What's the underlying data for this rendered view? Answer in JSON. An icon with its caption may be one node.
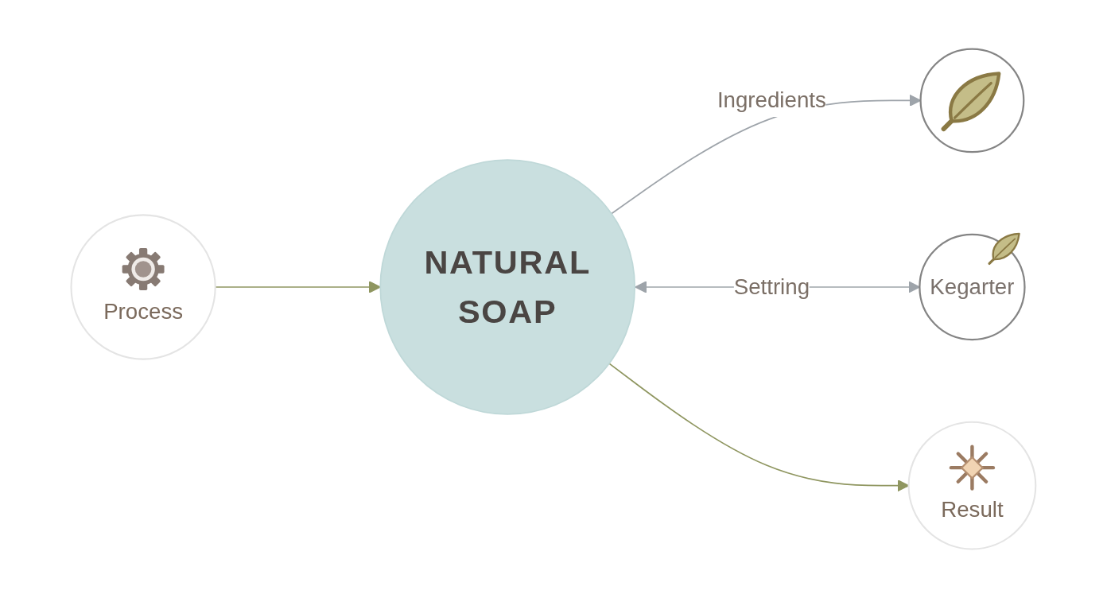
{
  "diagram": {
    "nodes": [
      {
        "text": [],
        "shape": "circle"
      },
      {
        "text": [
          "Kegarter"
        ]
      },
      {
        "text": [
          "NATURAL SOAP"
        ]
      },
      {
        "text": [
          "Process"
        ]
      },
      {
        "text": [
          "Result"
        ]
      }
    ],
    "edges": [
      {
        "from": 2,
        "to": 0,
        "arrow": "to",
        "label": "Ingredients"
      },
      {
        "from": 2,
        "to": 1,
        "arrow": "both",
        "label": "Settring"
      },
      {
        "from": 3,
        "to": 2,
        "arrow": "to",
        "color": "#8f9660"
      },
      {
        "from": 2,
        "to": 4,
        "arrow": "to",
        "color": "#8f9660"
      }
    ]
  }
}
